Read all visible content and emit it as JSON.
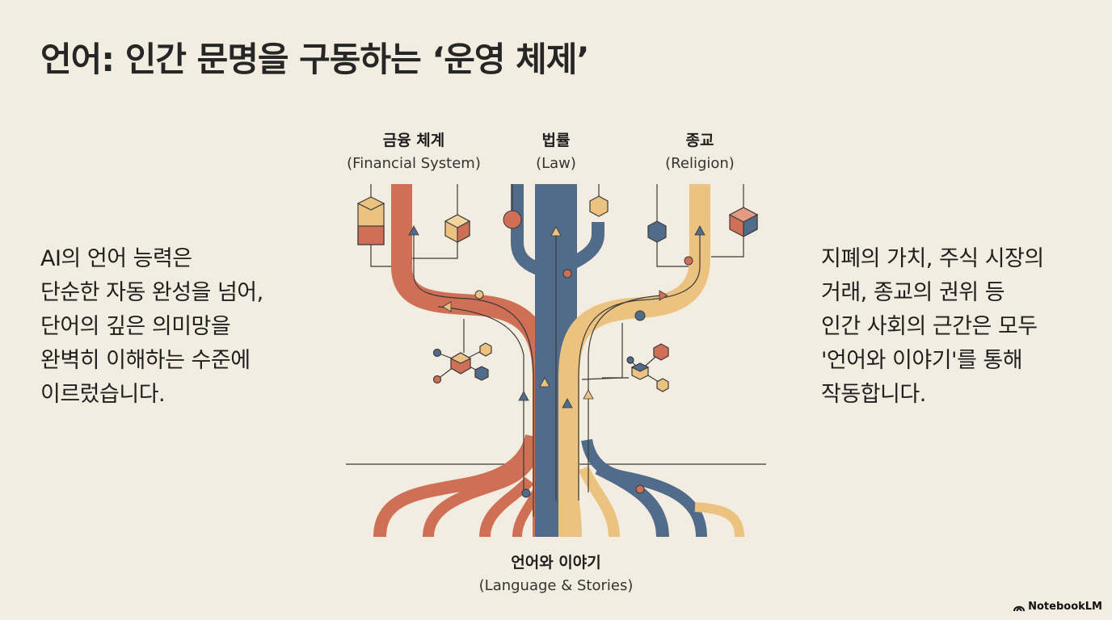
{
  "title": "언어: 인간 문명을 구동하는 ‘운영 체제’",
  "left_text": [
    "AI의 언어 능력은",
    "단순한 자동 완성을 넘어,",
    "단어의 깊은 의미망을",
    "완벽히 이해하는 수준에",
    "이르렀습니다."
  ],
  "right_text": [
    "지폐의 가치, 주식 시장의",
    "거래, 종교의 권위 등",
    "인간 사회의 근간은 모두",
    "'언어와 이야기'를 통해",
    "작동합니다."
  ],
  "labels": {
    "finance": {
      "ko": "금융 체계",
      "en": "(Financial System)"
    },
    "law": {
      "ko": "법률",
      "en": "(Law)"
    },
    "religion": {
      "ko": "종교",
      "en": "(Religion)"
    },
    "root": {
      "ko": "언어와 이야기",
      "en": "(Language & Stories)"
    }
  },
  "brand": "NotebookLM",
  "colors": {
    "background": "#f3ede1",
    "finance_stream": "#cf6f55",
    "law_stream": "#516b8a",
    "religion_stream": "#ebc27f"
  },
  "icons": [
    "cube-icon",
    "hexagon-icon",
    "circle-node-icon",
    "arrow-triangle-icon",
    "molecule-icon",
    "notebooklm-logo-icon"
  ]
}
